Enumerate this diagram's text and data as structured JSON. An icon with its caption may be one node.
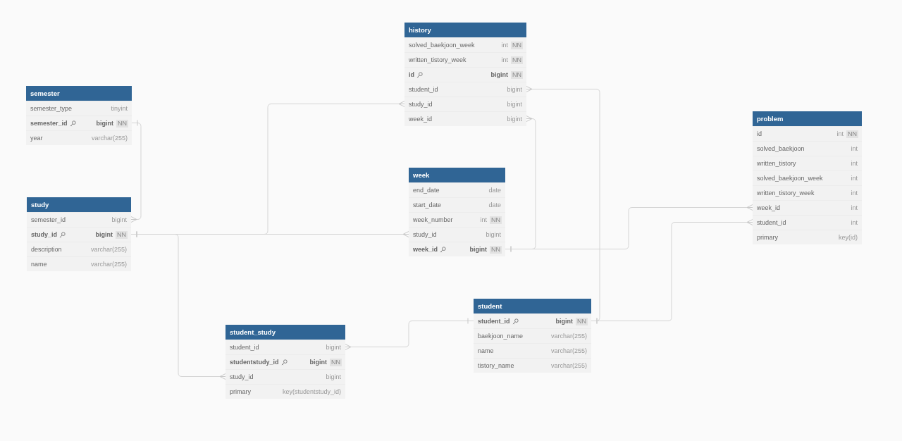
{
  "diagram": {
    "nodes": [
      {
        "text": [
          "history"
        ]
      },
      {
        "text": [
          "solved_baekjoon_week",
          "int",
          "NN"
        ],
        "in": 0
      },
      {
        "text": [
          "written_tistory_week",
          "int",
          "NN"
        ],
        "in": 0
      },
      {
        "text": [
          "id",
          "bigint",
          "NN"
        ],
        "in": 0
      },
      {
        "text": [
          "student_id",
          "bigint"
        ],
        "in": 0
      },
      {
        "text": [
          "study_id",
          "bigint"
        ],
        "in": 0
      },
      {
        "text": [
          "week_id",
          "bigint"
        ],
        "in": 0
      },
      {
        "text": [
          "semester"
        ]
      },
      {
        "text": [
          "semester_type",
          "tinyint"
        ],
        "in": 7
      },
      {
        "text": [
          "semester_id",
          "bigint",
          "NN"
        ],
        "in": 7
      },
      {
        "text": [
          "year",
          "varchar(255)"
        ],
        "in": 7
      },
      {
        "text": [
          "problem"
        ]
      },
      {
        "text": [
          "id",
          "int",
          "NN"
        ],
        "in": 11
      },
      {
        "text": [
          "solved_baekjoon",
          "int"
        ],
        "in": 11
      },
      {
        "text": [
          "written_tistory",
          "int"
        ],
        "in": 11
      },
      {
        "text": [
          "solved_baekjoon_week",
          "int"
        ],
        "in": 11
      },
      {
        "text": [
          "written_tistory_week",
          "int"
        ],
        "in": 11
      },
      {
        "text": [
          "week_id",
          "int"
        ],
        "in": 11
      },
      {
        "text": [
          "student_id",
          "int"
        ],
        "in": 11
      },
      {
        "text": [
          "primary",
          "key(id)"
        ],
        "in": 11
      },
      {
        "text": [
          "week"
        ]
      },
      {
        "text": [
          "end_date",
          "date"
        ],
        "in": 20
      },
      {
        "text": [
          "start_date",
          "date"
        ],
        "in": 20
      },
      {
        "text": [
          "week_number",
          "int",
          "NN"
        ],
        "in": 20
      },
      {
        "text": [
          "study_id",
          "bigint"
        ],
        "in": 20
      },
      {
        "text": [
          "week_id",
          "bigint",
          "NN"
        ],
        "in": 20
      },
      {
        "text": [
          "study"
        ]
      },
      {
        "text": [
          "semester_id",
          "bigint"
        ],
        "in": 26
      },
      {
        "text": [
          "study_id",
          "bigint",
          "NN"
        ],
        "in": 26
      },
      {
        "text": [
          "description",
          "varchar(255)"
        ],
        "in": 26
      },
      {
        "text": [
          "name",
          "varchar(255)"
        ],
        "in": 26
      },
      {
        "text": [
          "student"
        ]
      },
      {
        "text": [
          "student_id",
          "bigint",
          "NN"
        ],
        "in": 31
      },
      {
        "text": [
          "baekjoon_name",
          "varchar(255)"
        ],
        "in": 31
      },
      {
        "text": [
          "name",
          "varchar(255)"
        ],
        "in": 31
      },
      {
        "text": [
          "tistory_name",
          "varchar(255)"
        ],
        "in": 31
      },
      {
        "text": [
          "student_study"
        ]
      },
      {
        "text": [
          "student_id",
          "bigint"
        ],
        "in": 36
      },
      {
        "text": [
          "studentstudy_id",
          "bigint",
          "NN"
        ],
        "in": 36
      },
      {
        "text": [
          "study_id",
          "bigint"
        ],
        "in": 36
      },
      {
        "text": [
          "primary",
          "key(studentstudy_id)"
        ],
        "in": 36
      }
    ],
    "edges": [
      {
        "from": 9,
        "to": 27,
        "arrow": "other"
      },
      {
        "from": 28,
        "to": 5,
        "arrow": "other"
      },
      {
        "from": 28,
        "to": 24,
        "arrow": "other"
      },
      {
        "from": 28,
        "to": 39,
        "arrow": "other"
      },
      {
        "from": 32,
        "to": 37,
        "arrow": "other"
      },
      {
        "from": 32,
        "to": 4,
        "arrow": "other"
      },
      {
        "from": 25,
        "to": 6,
        "arrow": "other"
      },
      {
        "from": 25,
        "to": 17,
        "arrow": "other"
      },
      {
        "from": 32,
        "to": 18,
        "arrow": "other"
      }
    ]
  }
}
